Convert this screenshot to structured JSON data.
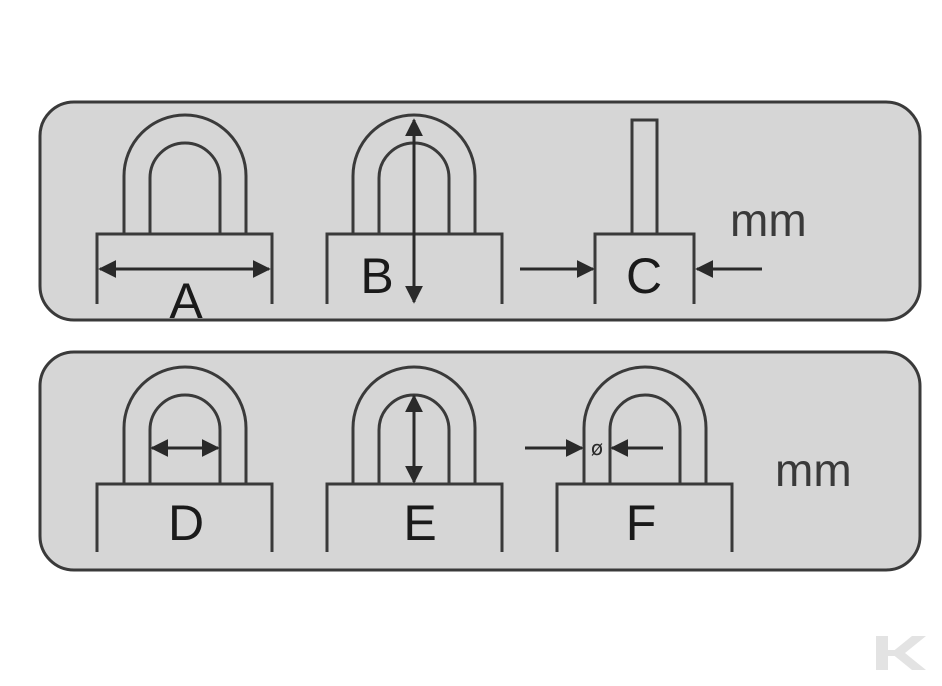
{
  "panels": [
    {
      "unit": "mm",
      "items": [
        {
          "label": "A"
        },
        {
          "label": "B"
        },
        {
          "label": "C"
        }
      ]
    },
    {
      "unit": "mm",
      "items": [
        {
          "label": "D"
        },
        {
          "label": "E"
        },
        {
          "label": "F",
          "symbol": "ø"
        }
      ]
    }
  ],
  "colors": {
    "panel_fill": "#d6d6d6",
    "stroke": "#3a3a3a",
    "arrow": "#2a2a2a",
    "watermark": "#e3e3e3"
  },
  "watermark_icon": "brand-logo-icon"
}
